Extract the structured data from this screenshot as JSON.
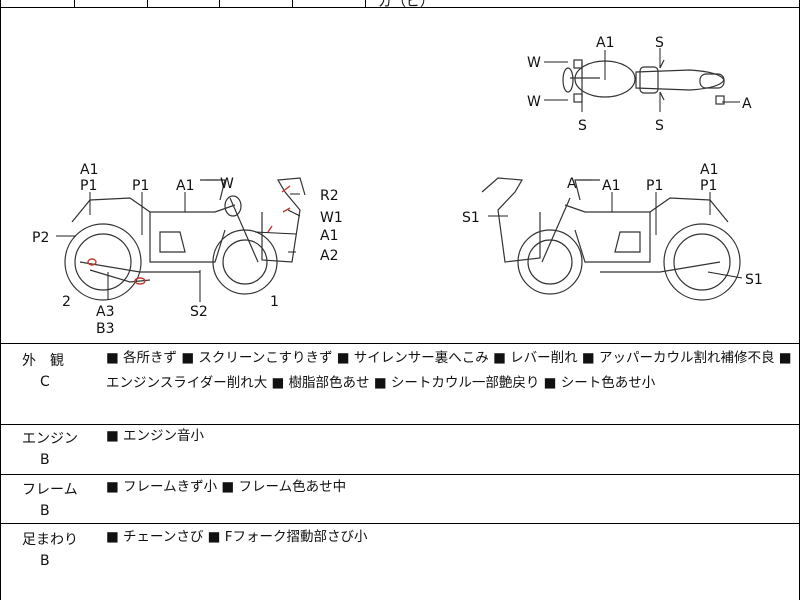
{
  "top_cell_text": "ガ（ピ）",
  "views": {
    "top": {
      "labels": [
        "A1",
        "S",
        "W",
        "W",
        "S",
        "S",
        "A"
      ]
    },
    "left_side": {
      "labels": [
        "A1",
        "P1",
        "P1",
        "A1",
        "W",
        "R2",
        "W1",
        "A1",
        "A2",
        "P2",
        "2",
        "A3",
        "B3",
        "S2",
        "1"
      ]
    },
    "right_side": {
      "labels": [
        "A",
        "A1",
        "P1",
        "A1",
        "P1",
        "S1",
        "S1"
      ]
    }
  },
  "sections": [
    {
      "category": "外　観",
      "grade": "C",
      "text": "■ 各所きず ■ スクリーンこすりきず ■ サイレンサー裏へこみ ■ レバー削れ ■ アッパーカウル割れ補修不良 ■ エンジンスライダー削れ大 ■ 樹脂部色あせ ■ シートカウル一部艶戻り ■ シート色あせ小"
    },
    {
      "category": "エンジン",
      "grade": "B",
      "text": "■ エンジン音小"
    },
    {
      "category": "フレーム",
      "grade": "B",
      "text": "■ フレームきず小 ■ フレーム色あせ中"
    },
    {
      "category": "足まわり",
      "grade": "B",
      "text": "■ チェーンさび ■ Fフォーク摺動部さび小"
    }
  ]
}
